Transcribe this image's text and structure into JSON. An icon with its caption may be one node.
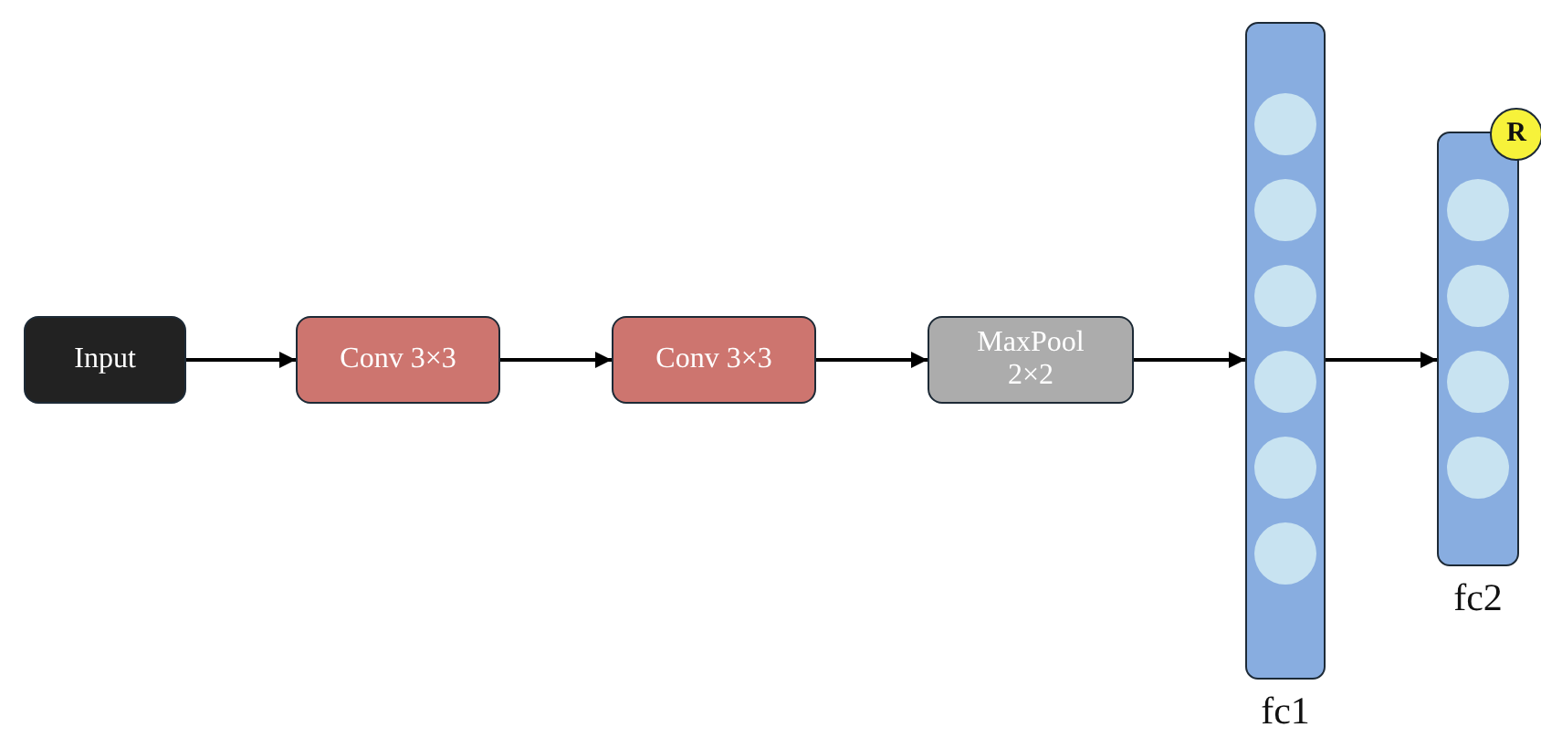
{
  "diagram": {
    "nodes": [
      {
        "text": [
          "Input"
        ]
      },
      {
        "text": [
          "Conv 3×3"
        ]
      },
      {
        "text": [
          "Conv 3×3"
        ]
      },
      {
        "text": [
          "MaxPool 2×2"
        ]
      },
      {
        "text": [
          "fc1"
        ]
      },
      {
        "text": [
          "fc2"
        ]
      },
      {
        "text": [
          "R"
        ]
      }
    ],
    "edges": [
      {
        "from": 0,
        "to": 1,
        "arrow": "to"
      },
      {
        "from": 1,
        "to": 2,
        "arrow": "to"
      },
      {
        "from": 2,
        "to": 3,
        "arrow": "to"
      },
      {
        "from": 3,
        "to": 4,
        "arrow": "to"
      },
      {
        "from": 4,
        "to": 5,
        "arrow": "to"
      }
    ]
  }
}
